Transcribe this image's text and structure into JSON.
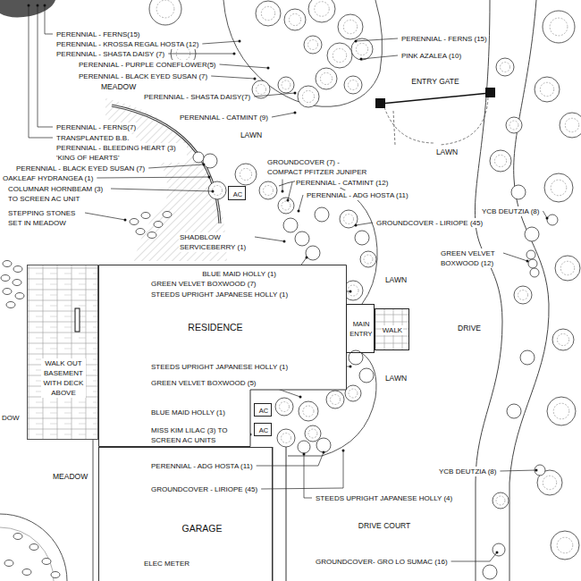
{
  "diagram": {
    "nodes": [
      {
        "text": [
          "AC"
        ]
      },
      {
        "text": [
          "WALK OUT BASEMENT WITH DECK ABOVE"
        ]
      },
      {
        "text": [
          "RESIDENCE"
        ]
      },
      {
        "text": [
          "MAIN ENTRY"
        ]
      },
      {
        "text": [
          "WALK"
        ]
      },
      {
        "text": [
          "AC"
        ]
      },
      {
        "text": [
          "AC"
        ]
      },
      {
        "text": [
          "GARAGE"
        ]
      }
    ],
    "labels": [
      "PERENNIAL - FERNS(15)",
      "PERENNIAL - FERNS (15)",
      "PERENNIAL - KROSSA REGAL HOSTA (12)",
      "PERENNIAL - SHASTA DAISY (7)",
      "PINK AZALEA (10)",
      "PERENNIAL - PURPLE CONEFLOWER(5)",
      "PERENNIAL - BLACK EYED SUSAN (7)",
      "ENTRY GATE",
      "MEADOW",
      "PERENNIAL - SHASTA DAISY(7)",
      "PERENNIAL - CATMINT (9)",
      "PERENNIAL - FERNS(7)",
      "LAWN",
      "TRANSPLANTED B.B.",
      "PERENNIAL - BLEEDING HEART (3) 'KING OF HEARTS'",
      "LAWN",
      "GROUNDCOVER (7) - COMPACT PFITZER JUNIPER",
      "PERENNIAL - BLACK EYED SUSAN (7)",
      "OAKLEAF HYDRANGEA (1)",
      "PERENNIAL - CATMINT (12)",
      "COLUMNAR HORNBEAM (3) TO SCREEN AC UNIT",
      "PERENNIAL - ADG HOSTA (11)",
      "YCB DEUTZIA (8)",
      "STEPPING STONES SET IN MEADOW",
      "GROUNDCOVER - LIRIOPE (45)",
      "SHADBLOW SERVICEBERRY (1)",
      "GREEN VELVET BOXWOOD (12)",
      "BLUE MAID HOLLY (1)",
      "LAWN",
      "GREEN VELVET BOXWOOD (7)",
      "STEEDS UPRIGHT JAPANESE HOLLY (1)",
      "DRIVE",
      "STEEDS UPRIGHT JAPANESE HOLLY (1)",
      "LAWN",
      "GREEN VELVET BOXWOOD (5)",
      "BLUE MAID HOLLY (1)",
      "DOW",
      "MISS KIM LILAC (3) TO SCREEN AC UNITS",
      "PERENNIAL - ADG HOSTA (11)",
      "YCB DEUTZIA (8)",
      "MEADOW",
      "GROUNDCOVER - LIRIOPE (45)",
      "STEEDS UPRIGHT JAPANESE HOLLY (4)",
      "DRIVE COURT",
      "GROUNDCOVER- GRO LO SUMAC (16)",
      "ELEC METER"
    ]
  }
}
